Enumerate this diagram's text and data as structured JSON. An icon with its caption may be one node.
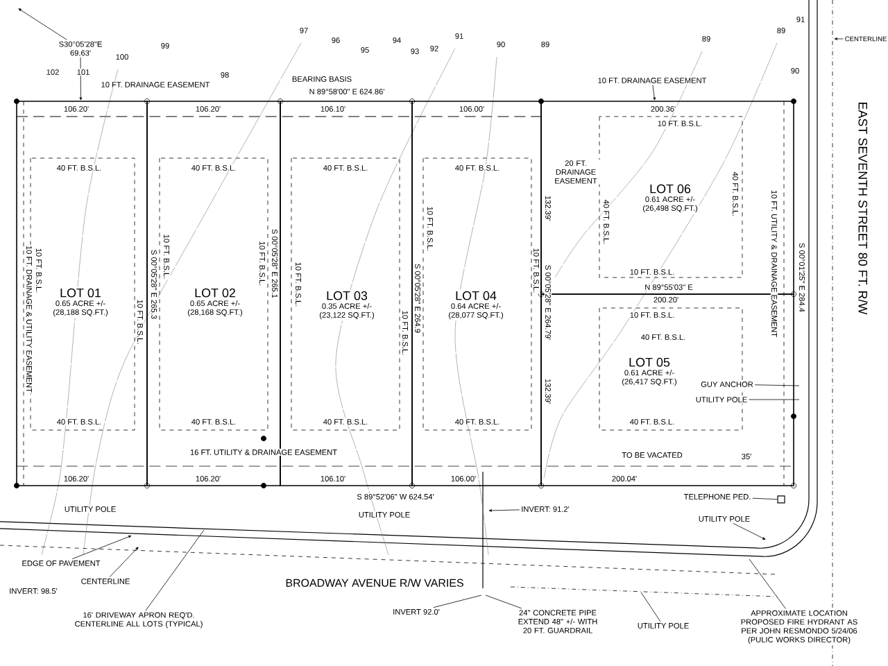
{
  "diagram": {
    "nodes": [
      {
        "text": [
          "LOT 01",
          "0.65 ACRE +/-",
          "(28,188 SQ.FT.)"
        ]
      },
      {
        "text": [
          "LOT 02",
          "0.65 ACRE +/-",
          "(28,168 SQ.FT.)"
        ]
      },
      {
        "text": [
          "LOT 03",
          "0.35 ACRE +/-",
          "(23,122 SQ.FT.)"
        ]
      },
      {
        "text": [
          "LOT 04",
          "0.64 ACRE +/-",
          "(28,077 SQ.FT.)"
        ]
      },
      {
        "text": [
          "LOT 06",
          "0.61 ACRE +/-",
          "(26,498 SQ.FT.)"
        ]
      },
      {
        "text": [
          "LOT 05",
          "0.61 ACRE +/-",
          "(26,417 SQ.FT.)"
        ]
      },
      {
        "text": [
          "S30°05'28\"E 69.63'"
        ]
      },
      {
        "text": [
          "10 FT. DRAINAGE EASEMENT"
        ]
      },
      {
        "text": [
          "GUY ANCHOR"
        ],
        "in": 5
      },
      {
        "text": [
          "UTILITY POLE"
        ],
        "in": 5
      },
      {
        "text": [
          "TELEPHONE PED."
        ]
      },
      {
        "text": [
          "UTILITY POLE"
        ]
      },
      {
        "text": [
          "INVERT: 91.2'"
        ]
      },
      {
        "text": [
          "EDGE OF PAVEMENT"
        ]
      },
      {
        "text": [
          "CENTERLINE"
        ]
      },
      {
        "text": [
          "16' DRIVEWAY APRON REQ'D. CENTERLINE ALL LOTS (TYPICAL)"
        ]
      },
      {
        "text": [
          "INVERT 92.0'"
        ]
      },
      {
        "text": [
          "24\" CONCRETE PIPE EXTEND 48\" +/- WITH 20 FT. GUARDRAIL"
        ]
      },
      {
        "text": [
          "UTILITY POLE"
        ]
      },
      {
        "text": [
          "APPROXIMATE LOCATION PROPOSED FIRE HYDRANT AS PER JOHN RESMONDO 5/24/06 (PULIC WORKS DIRECTOR)"
        ]
      },
      {
        "text": [
          "CENTERLINE"
        ]
      },
      {
        "text": [],
        "shape": "box"
      }
    ],
    "edges": [
      {
        "from": 6,
        "to": null,
        "arrow": "to"
      },
      {
        "from": 6,
        "to": 0,
        "arrow": "to"
      },
      {
        "from": 7,
        "to": 4,
        "arrow": "to"
      },
      {
        "from": 8,
        "to": null,
        "arrow": "none"
      },
      {
        "from": 9,
        "to": null,
        "arrow": "none"
      },
      {
        "from": 10,
        "to": 21,
        "arrow": "none"
      },
      {
        "from": 11,
        "to": null,
        "arrow": "to"
      },
      {
        "from": 12,
        "to": null,
        "arrow": "to"
      },
      {
        "from": 13,
        "to": null,
        "arrow": "to"
      },
      {
        "from": 14,
        "to": null,
        "arrow": "to"
      },
      {
        "from": 15,
        "to": null,
        "arrow": "none"
      },
      {
        "from": 16,
        "to": null,
        "arrow": "none"
      },
      {
        "from": 17,
        "to": null,
        "arrow": "none"
      },
      {
        "from": 18,
        "to": null,
        "arrow": "none"
      },
      {
        "from": 19,
        "to": null,
        "arrow": "none"
      },
      {
        "from": 20,
        "to": null,
        "arrow": "to"
      }
    ],
    "labels": [
      "102",
      "101",
      "100",
      "99",
      "98",
      "97",
      "96",
      "95",
      "94",
      "93",
      "92",
      "91",
      "90",
      "89",
      "89",
      "89",
      "91",
      "90",
      "10 FT. DRAINAGE EASEMENT",
      "BEARING BASIS",
      "N 89°58'00\" E 624.86'",
      "106.20'",
      "106.20'",
      "106.10'",
      "106.00'",
      "200.36'",
      "10 FT. B.S.L.",
      "20 FT. DRAINAGE EASEMENT",
      "40 FT. B.S.L.",
      "40 FT. B.S.L.",
      "40 FT. B.S.L.",
      "40 FT. B.S.L.",
      "40 FT. B.S.L.",
      "40 FT. B.S.L.",
      "10 FT. DRAINAGE & UTILITY EASEMENT",
      "10 FT. B.S.L.",
      "S 00°05'28\" E 265.3",
      "10 FT. B.S.L.",
      "10 FT. B.S.L.",
      "S 00°05'28\" E 265.1",
      "10 FT. B.S.L.",
      "10 FT. B.S.L.",
      "10 FT. B.S.L.",
      "S 00°05'28\" E 264.9",
      "10 FT. B.S.L.",
      "10 FT. B.S.L.",
      "132.39'",
      "S 00°05'28\" E 264.79'",
      "10 FT. UTILITY & DRAINAGE EASEMENT",
      "S 00°01'25\" E 284.4",
      "N 89°55'03\" E",
      "200.20'",
      "10 FT. B.S.L.",
      "40 FT. B.S.L.",
      "EAST SEVENTH STREET 80 FT. R/W",
      "10 FT. B.S.L.",
      "132.39'",
      "40 FT. B.S.L.",
      "40 FT. B.S.L.",
      "40 FT. B.S.L.",
      "40 FT. B.S.L.",
      "40 FT. B.S.L.",
      "TO BE VACATED",
      "35'",
      "16 FT. UTILITY & DRAINAGE EASEMENT",
      "106.20'",
      "106.20'",
      "106.10'",
      "106.00'",
      "200.04'",
      "S 89°52'06\" W 624.54'",
      "UTILITY POLE",
      "UTILITY POLE",
      "INVERT: 98.5'",
      "BROADWAY AVENUE R/W VARIES"
    ]
  }
}
